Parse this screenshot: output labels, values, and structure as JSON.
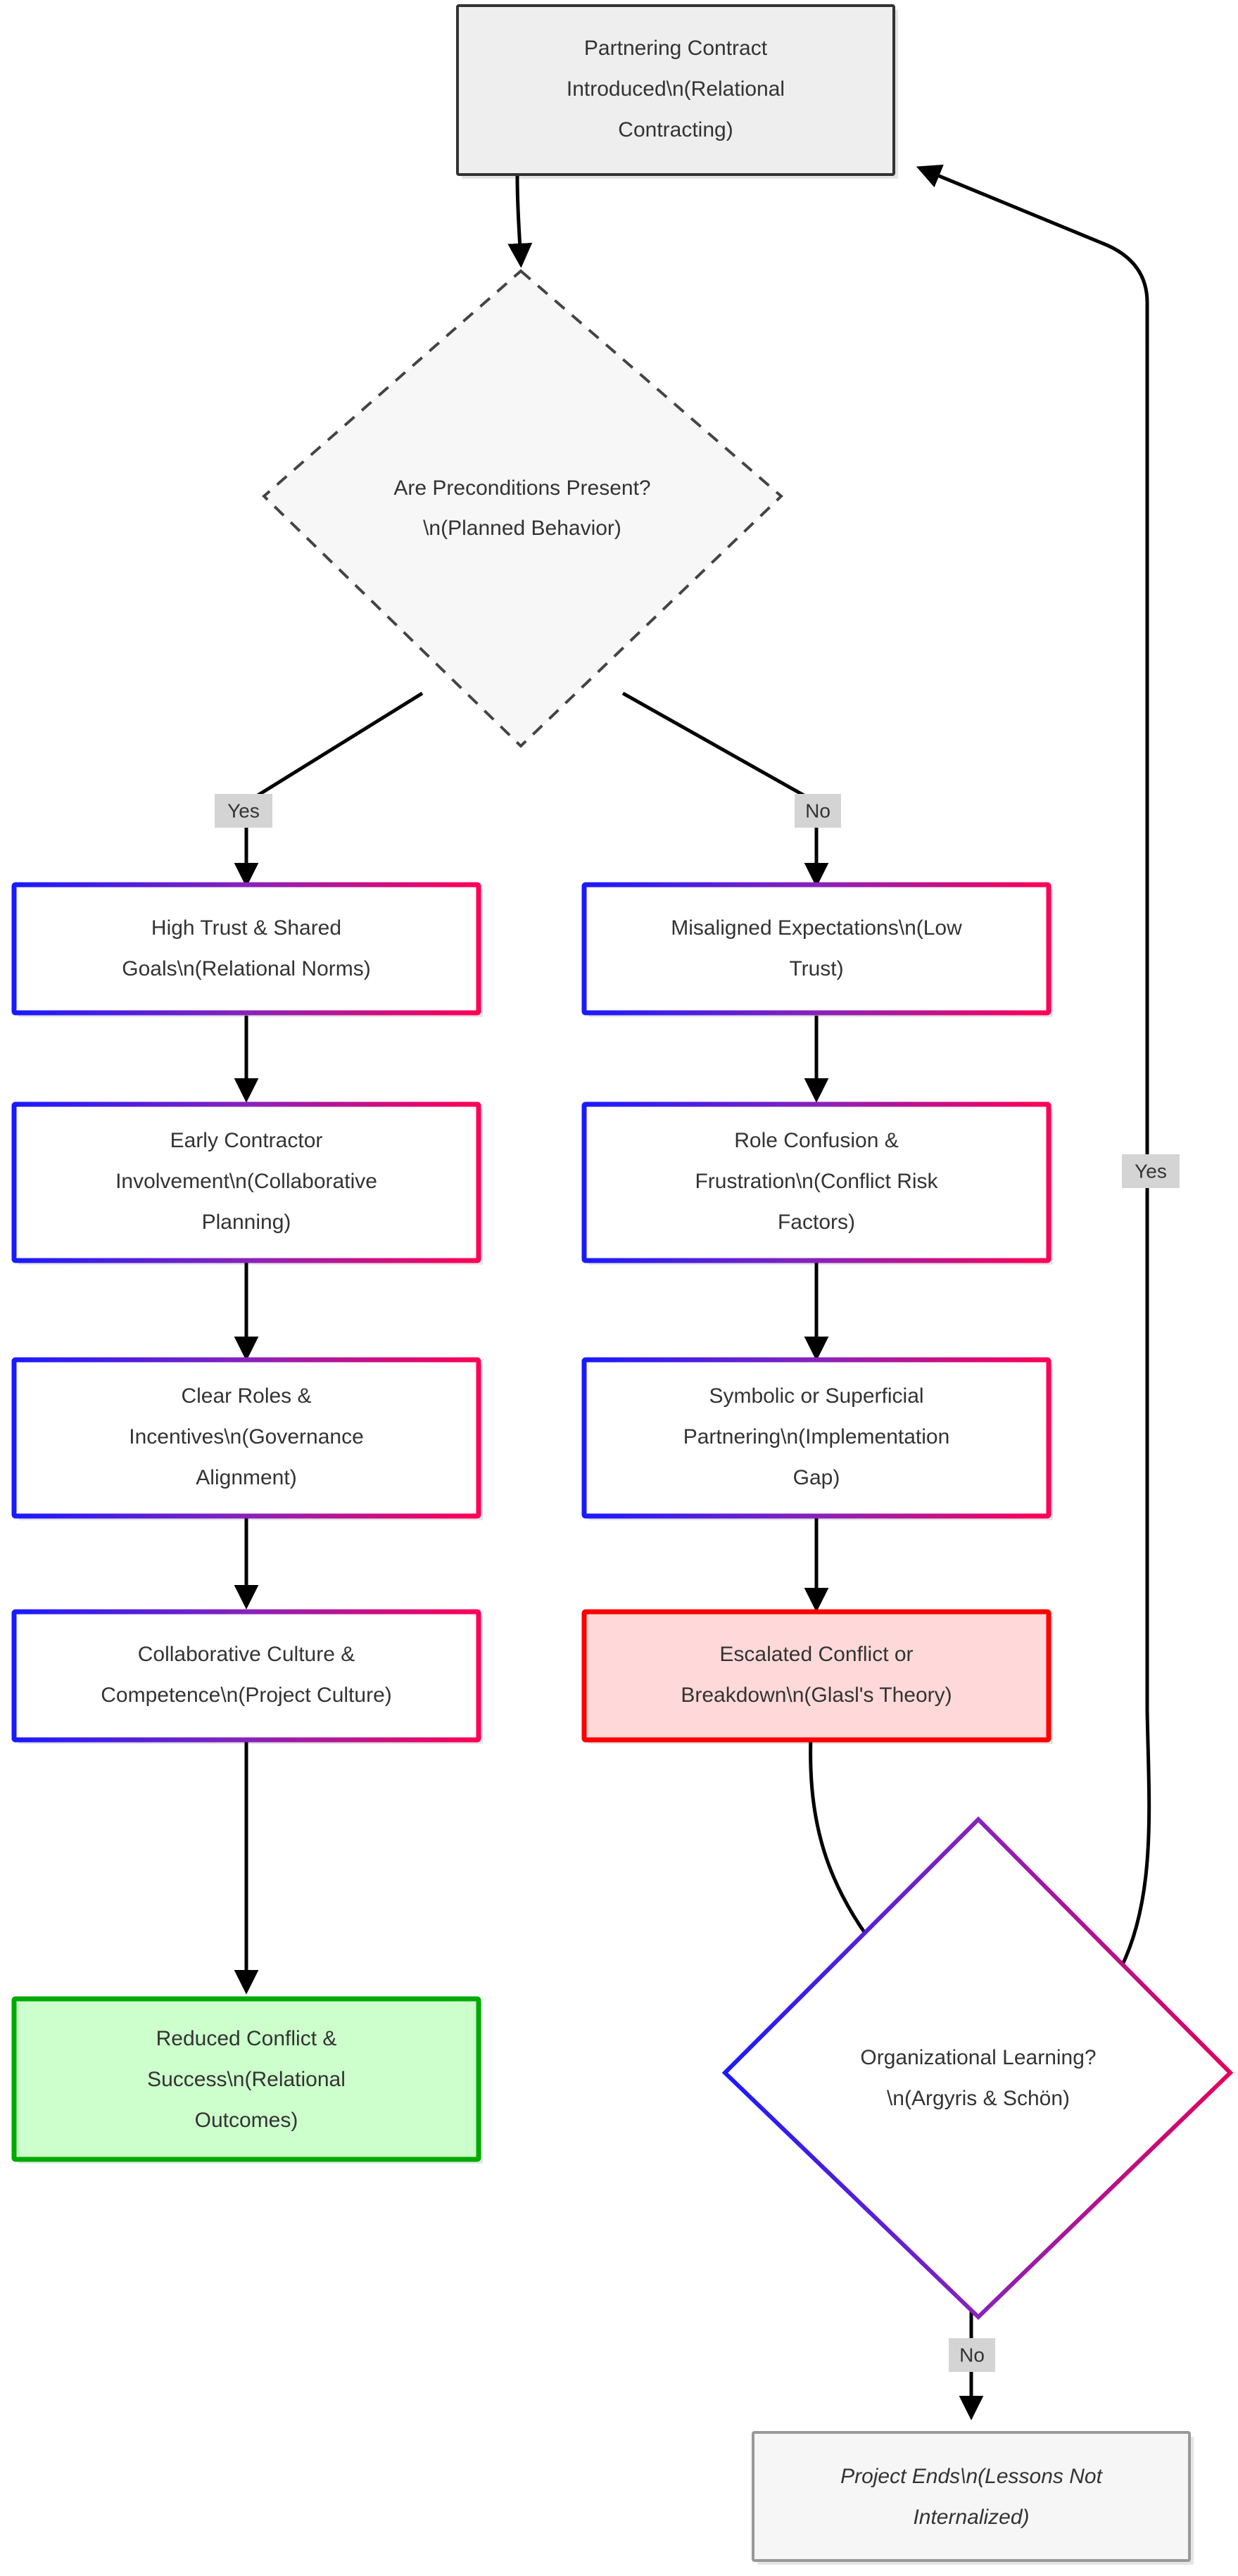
{
  "diagram": {
    "title": "Partnering Contract Flowchart",
    "colors": {
      "gradient_start": "#1a1aff",
      "gradient_mid": "#8822bb",
      "gradient_end": "#ff0055",
      "success_border": "#00aa00",
      "success_fill": "#ccffcc",
      "failure_border": "#ff0000",
      "failure_fill": "#ffd9d9",
      "neutral_fill": "#eeeeee",
      "neutral_border": "#333333",
      "edge": "#000000",
      "edge_label_bg": "#d4d4d4",
      "text": "#333333"
    },
    "nodes": [
      {
        "id": "start",
        "style": "plain-gray",
        "lines": [
          "Partnering Contract",
          "Introduced\\n(Relational",
          "Contracting)"
        ]
      },
      {
        "id": "preconditions",
        "style": "diamond-dashed",
        "lines": [
          "Are Preconditions Present?",
          "\\n(Planned Behavior)"
        ]
      },
      {
        "id": "high-trust",
        "style": "gradient",
        "lines": [
          "High Trust & Shared",
          "Goals\\n(Relational Norms)"
        ]
      },
      {
        "id": "misaligned",
        "style": "gradient",
        "lines": [
          "Misaligned Expectations\\n(Low",
          "Trust)"
        ]
      },
      {
        "id": "early-contractor",
        "style": "gradient",
        "lines": [
          "Early Contractor",
          "Involvement\\n(Collaborative",
          "Planning)"
        ]
      },
      {
        "id": "role-confusion",
        "style": "gradient",
        "lines": [
          "Role Confusion &",
          "Frustration\\n(Conflict Risk",
          "Factors)"
        ]
      },
      {
        "id": "clear-roles",
        "style": "gradient",
        "lines": [
          "Clear Roles &",
          "Incentives\\n(Governance",
          "Alignment)"
        ]
      },
      {
        "id": "symbolic-partnering",
        "style": "gradient",
        "lines": [
          "Symbolic or Superficial",
          "Partnering\\n(Implementation",
          "Gap)"
        ]
      },
      {
        "id": "collaborative-culture",
        "style": "gradient",
        "lines": [
          "Collaborative Culture &",
          "Competence\\n(Project Culture)"
        ]
      },
      {
        "id": "escalated-conflict",
        "style": "red",
        "lines": [
          "Escalated Conflict or",
          "Breakdown\\n(Glasl's Theory)"
        ]
      },
      {
        "id": "reduced-conflict",
        "style": "green",
        "lines": [
          "Reduced Conflict &",
          "Success\\n(Relational",
          "Outcomes)"
        ]
      },
      {
        "id": "org-learning",
        "style": "diamond-gradient",
        "lines": [
          "Organizational Learning?",
          "\\n(Argyris & Schön)"
        ]
      },
      {
        "id": "project-ends",
        "style": "soft-italic",
        "lines": [
          "Project Ends\\n(Lessons Not",
          "Internalized)"
        ]
      }
    ],
    "edge_labels": {
      "preconditions_yes": "Yes",
      "preconditions_no": "No",
      "learning_yes": "Yes",
      "learning_no": "No"
    }
  }
}
